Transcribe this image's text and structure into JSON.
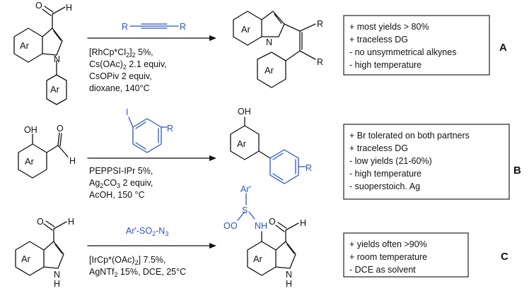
{
  "reactions": [
    {
      "letter": "A",
      "reagent": "R",
      "reagent_right": "R",
      "conditions": [
        "[RhCp*Cl",
        "2",
        "]",
        "2",
        " 5%,",
        "Cs(OAc)",
        "2",
        " 2.1 equiv,",
        "CsOPiv 2 equiv,",
        "dioxane, 140°C"
      ],
      "notes": [
        "+ most yields > 80%",
        "+ traceless DG",
        "- no unsymmetrical alkynes",
        "- high temperature"
      ],
      "sm_labels": {
        "aldehyde_o": "O",
        "aldehyde_h": "H",
        "ring1": "Ar",
        "n": "N",
        "ring2": "Ar"
      },
      "product_labels": {
        "ring1": "Ar",
        "n": "N",
        "ring2": "Ar",
        "r1": "R",
        "r2": "R"
      }
    },
    {
      "letter": "B",
      "reagent_i": "I",
      "reagent_r": "R",
      "conditions": [
        "PEPPSI-IPr 5%,",
        "Ag",
        "2",
        "CO",
        "3",
        " 2 equiv,",
        "AcOH, 150 °C"
      ],
      "notes": [
        "+ Br tolerated on both partners",
        "+ traceless DG",
        "- low yields (21-60%)",
        "- high temperature",
        "- suoperstoich. Ag"
      ],
      "sm_labels": {
        "oh": "OH",
        "o": "O",
        "h": "H",
        "ring": "Ar"
      },
      "product_labels": {
        "oh": "OH",
        "ring": "Ar",
        "r": "R"
      }
    },
    {
      "letter": "C",
      "reagent": [
        "Ar'-SO",
        "2",
        "-N",
        "3"
      ],
      "conditions": [
        "[IrCp*(OAc)",
        "2",
        "] 7.5%,",
        "AgNTf",
        "2",
        " 15%, DCE, 25°C"
      ],
      "notes": [
        "+ yields often >90%",
        "+ room temperature",
        "- DCE as solvent"
      ],
      "sm_labels": {
        "o": "O",
        "h": "H",
        "ring": "Ar",
        "nh": "N",
        "nh_h": "H"
      },
      "product_labels": {
        "ar_prime": "Ar'",
        "s": "S",
        "o1": "O",
        "o2": "O",
        "nh": "NH",
        "o": "O",
        "h": "H",
        "ring": "Ar",
        "n": "N",
        "n_h": "H"
      }
    }
  ],
  "colors": {
    "reagent_blue": "#2a55c8",
    "ink": "#111111"
  }
}
